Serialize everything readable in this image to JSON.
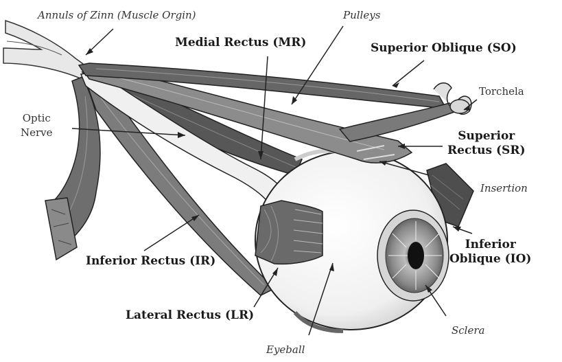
{
  "labels": {
    "annulus": "Annuls of Zinn (Muscle Orgin)",
    "pulleys": "Pulleys",
    "medial_rectus": "Medial Rectus (MR)",
    "superior_oblique": "Superior Oblique (SO)",
    "torchela": "Torchela",
    "optic_nerve_1": "Optic",
    "optic_nerve_2": "Nerve",
    "superior_rectus_1": "Superior",
    "superior_rectus_2": "Rectus (SR)",
    "insertion": "Insertion",
    "inferior_oblique_1": "Inferior",
    "inferior_oblique_2": "Oblique (IO)",
    "inferior_rectus": "Inferior Rectus (IR)",
    "lateral_rectus": "Lateral Rectus (LR)",
    "sclera": "Sclera",
    "eyeball": "Eyeball"
  },
  "colors": {
    "muscle_dark": "#5a5a5a",
    "muscle_mid": "#7a7a7a",
    "muscle_light": "#a8a8a8",
    "nerve": "#eeeeee",
    "eyeball": "#f4f4f4",
    "iris": "#8c8c8c",
    "outline": "#222222"
  }
}
